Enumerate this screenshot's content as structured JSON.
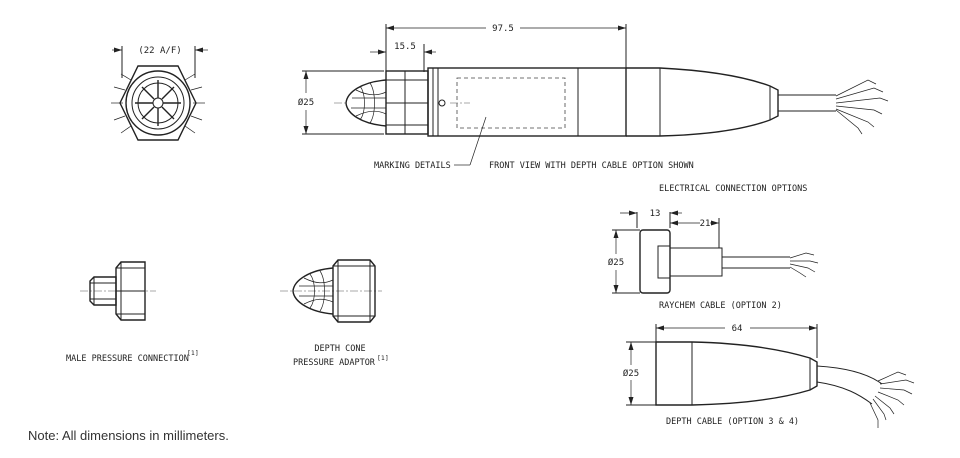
{
  "labels": {
    "af": "(22 A/F)",
    "dim_97_5": "97.5",
    "dim_15_5": "15.5",
    "dia_main": "Ø25",
    "marking_details": "MARKING DETAILS",
    "front_view": "FRONT VIEW WITH DEPTH CABLE OPTION SHOWN",
    "electrical_options": "ELECTRICAL CONNECTION OPTIONS",
    "dim_13": "13",
    "dim_21": "21",
    "dia_raychem": "Ø25",
    "raychem": "RAYCHEM CABLE (OPTION 2)",
    "dim_64": "64",
    "dia_depth": "Ø25",
    "depth_cable": "DEPTH CABLE (OPTION 3 & 4)",
    "male_pressure": "MALE PRESSURE CONNECTION",
    "male_sup": "[1]",
    "depth_cone_1": "DEPTH CONE",
    "depth_cone_2": "PRESSURE ADAPTOR",
    "cone_sup": "[1]"
  },
  "note": "Note: All dimensions in millimeters."
}
